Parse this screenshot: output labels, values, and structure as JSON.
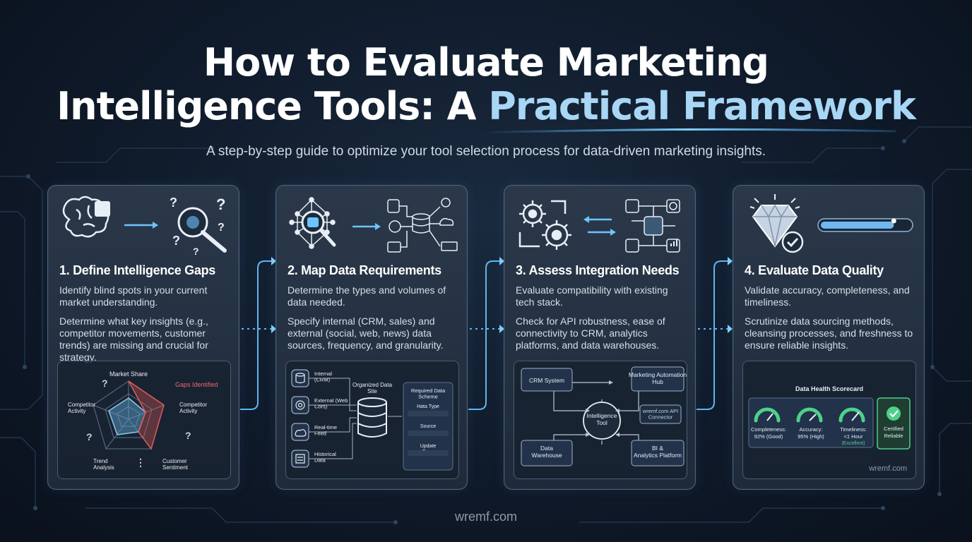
{
  "title": {
    "line1": "How to Evaluate Marketing",
    "line2_start": "Intelligence Tools: A ",
    "line2_accent": "Practical Framework"
  },
  "subtitle": "A step-by-step guide to optimize your tool selection process for data-driven marketing insights.",
  "steps": [
    {
      "title": "1. Define Intelligence Gaps",
      "desc1": "Identify blind spots in your current market understanding.",
      "desc2": "Determine what key insights (e.g., competitor movements, customer trends) are missing and crucial for strategy.",
      "diagram": {
        "top": "Market Share",
        "gaps": "Gaps Identified",
        "left": "Competitor Activity",
        "right": "Competitor Activity",
        "bottom_left": "Trend Analysis",
        "bottom_right": "Customer Sentiment"
      }
    },
    {
      "title": "2. Map Data Requirements",
      "desc1": "Determine the types and volumes of data needed.",
      "desc2": "Specify internal (CRM, sales) and external (social, web, news) data sources, frequency, and granularity.",
      "diagram": {
        "source1": "Internal (CRM)",
        "source2": "External (Web Cors)",
        "source3": "Real-time Feed",
        "source4": "Historical Data",
        "store": "Organized Data Site",
        "schema_title": "Required Data Scheme",
        "field1": "Hata Type",
        "field2": "Source",
        "field3": "Update Freq."
      }
    },
    {
      "title": "3. Assess Integration Needs",
      "desc1": "Evaluate compatibility with existing tech stack.",
      "desc2": "Check for API robustness, ease of connectivity to CRM, analytics platforms, and data warehouses.",
      "diagram": {
        "crm": "CRM System",
        "marketing": "Marketing Automation Hub",
        "center": "Intelligence Tool",
        "api": "wremf.com API Connector",
        "warehouse": "Data Warehouse",
        "bi": "BI & Analytics Platform"
      }
    },
    {
      "title": "4. Evaluate Data Quality",
      "desc1": "Validate accuracy, completeness, and timeliness.",
      "desc2": "Scrutinize data sourcing methods, cleansing processes, and freshness to ensure reliable insights.",
      "diagram": {
        "scorecard_title": "Data Health Scorecard",
        "metric1_label": "Completeness:",
        "metric1_value": "92% (Good)",
        "metric2_label": "Accuracy:",
        "metric2_value": "95% (High)",
        "metric3_label": "Timeliness:",
        "metric3_value": "<1 Hour",
        "metric3_extra": "(Excellent)",
        "badge_line1": "Certified",
        "badge_line2": "Reliable",
        "watermark": "wremf.com"
      },
      "quality_progress": 0.82
    }
  ],
  "watermark": "wremf.com",
  "colors": {
    "accent": "#a8d6f5",
    "glow": "#4fb3ff",
    "gap_red": "#e05a5a",
    "gauge_green": "#4fd08a"
  }
}
